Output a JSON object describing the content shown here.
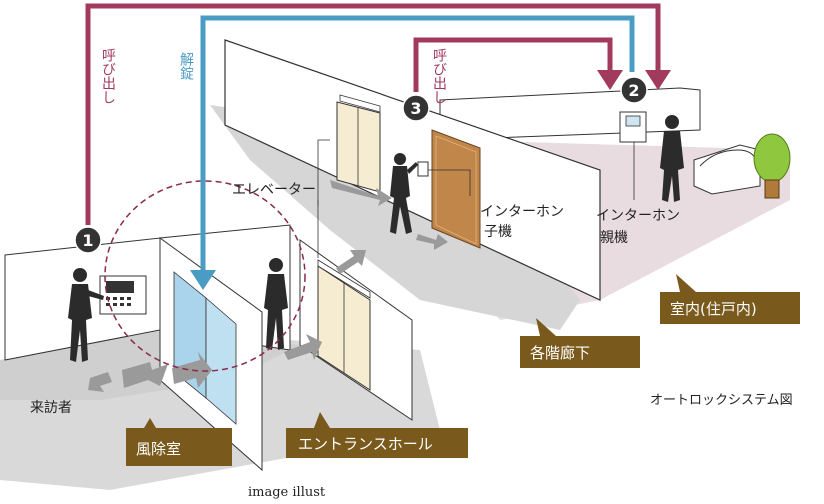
{
  "labels": {
    "call_1": "呼び出し",
    "unlock": "解錠",
    "call_3": "呼び出し",
    "elevator": "エレベーター",
    "sub_intercom_1": "インターホン",
    "sub_intercom_2": "子機",
    "main_intercom_1": "インターホン",
    "main_intercom_2": "親機",
    "visitor": "来訪者",
    "caption": "オートロックシステム図",
    "footer": "image illust"
  },
  "markers": {
    "m1": "1",
    "m2": "2",
    "m3": "3"
  },
  "tags": {
    "windbreak": "風除室",
    "entrance_hall": "エントランスホール",
    "corridor": "各階廊下",
    "indoor": "室内(住戸内)"
  },
  "colors": {
    "call_line": "#a23a5e",
    "unlock_line": "#4a9cc4",
    "tag_bg": "#7a5a1c",
    "marker_bg": "#333333",
    "floor": "#d8d8d8",
    "indoor_floor": "#e8dade",
    "door_brown": "#c0864a",
    "elevator_cream": "#f6ecd2",
    "glass": "#a9d4ec",
    "plant": "#8fc73e"
  }
}
